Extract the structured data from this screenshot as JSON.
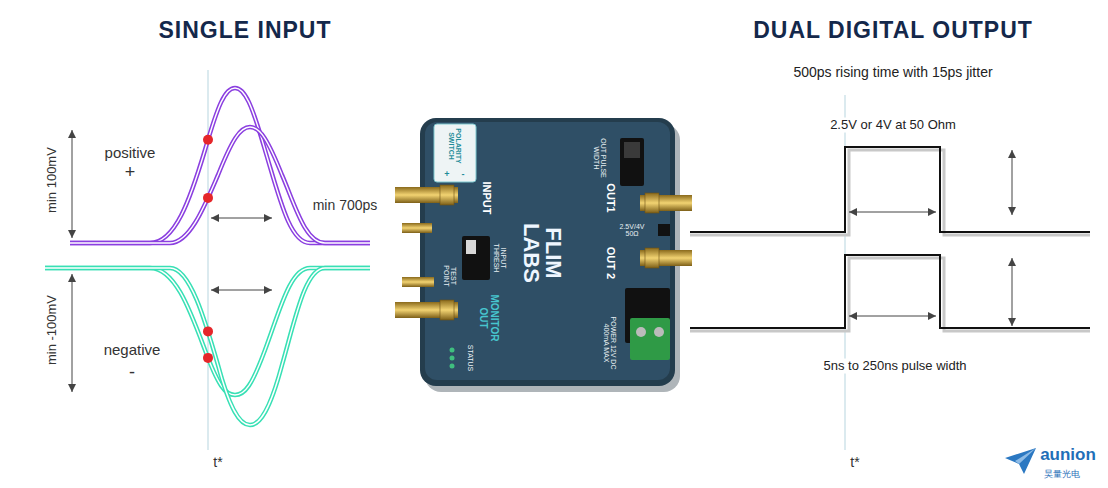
{
  "diagram": {
    "nodes": [
      {
        "text": [
          "POLARITY SWITCH",
          "+",
          "-",
          "OUT PULSE WIDTH",
          "INPUT",
          "OUT1",
          "FLIM LABS",
          "2.5V/4V 50Ω",
          "OUT 2",
          "INPUT THRESH",
          "TEST POINT",
          "MONITOR OUT",
          "STATUS",
          "POWER 12V DC 400mA MAX"
        ]
      }
    ],
    "labels": [
      "SINGLE INPUT",
      "DUAL DIGITAL OUTPUT",
      "500ps rising time with 15ps jitter",
      "positive",
      "+",
      "min 100mV",
      "min 700ps",
      "negative",
      "-",
      "min -100mV",
      "t*",
      "2.5V or 4V at 50 Ohm",
      "5ns to 250ns pulse width",
      "t*",
      "aunion",
      "昊量光电"
    ]
  }
}
